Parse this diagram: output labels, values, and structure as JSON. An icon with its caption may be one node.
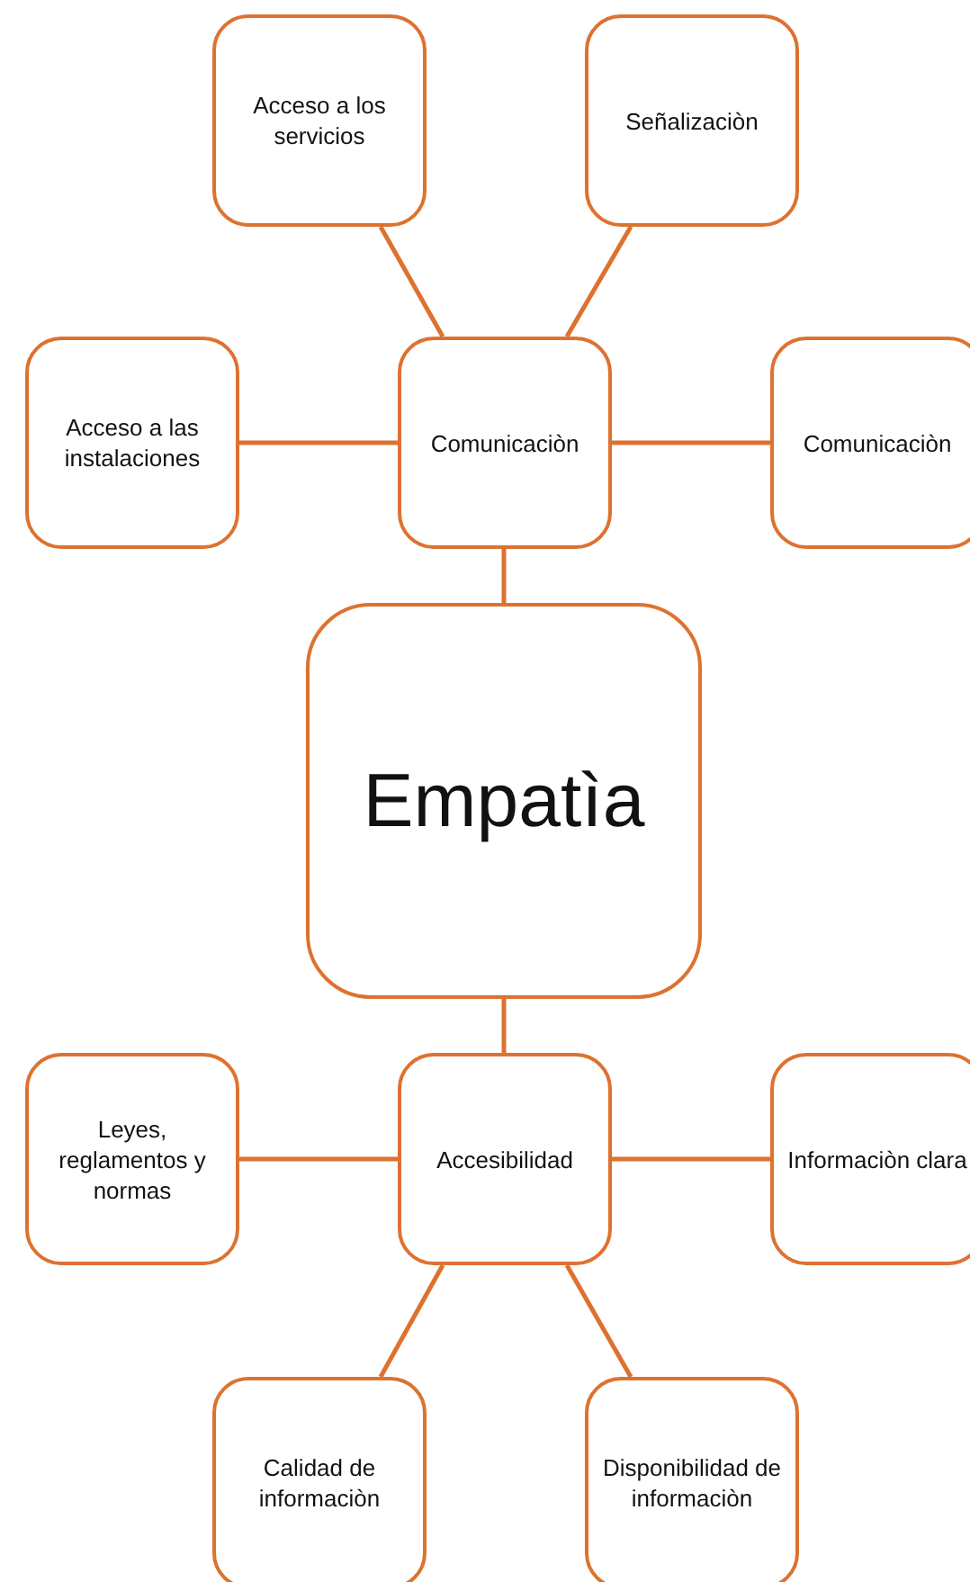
{
  "diagram": {
    "nodes": [
      {
        "text": [
          "Acceso a los servicios"
        ]
      },
      {
        "text": [
          "Señalizaciòn"
        ]
      },
      {
        "text": [
          "Acceso a las instalaciones"
        ]
      },
      {
        "text": [
          "Comunicaciòn"
        ]
      },
      {
        "text": [
          "Comunicaciòn"
        ]
      },
      {
        "text": [
          "Empatìa"
        ]
      },
      {
        "text": [
          "Leyes, reglamentos y normas"
        ]
      },
      {
        "text": [
          "Accesibilidad"
        ]
      },
      {
        "text": [
          "Informaciòn clara"
        ]
      },
      {
        "text": [
          "Calidad de informaciòn"
        ]
      },
      {
        "text": [
          "Disponibilidad de informaciòn"
        ]
      }
    ],
    "edges": [
      {
        "from": 3,
        "to": 0,
        "arrow": "none"
      },
      {
        "from": 3,
        "to": 1,
        "arrow": "none"
      },
      {
        "from": 2,
        "to": 3,
        "arrow": "none"
      },
      {
        "from": 3,
        "to": 4,
        "arrow": "none"
      },
      {
        "from": 5,
        "to": 3,
        "arrow": "none"
      },
      {
        "from": 5,
        "to": 7,
        "arrow": "none"
      },
      {
        "from": 6,
        "to": 7,
        "arrow": "none"
      },
      {
        "from": 7,
        "to": 8,
        "arrow": "none"
      },
      {
        "from": 7,
        "to": 9,
        "arrow": "none"
      },
      {
        "from": 7,
        "to": 10,
        "arrow": "none"
      }
    ]
  }
}
